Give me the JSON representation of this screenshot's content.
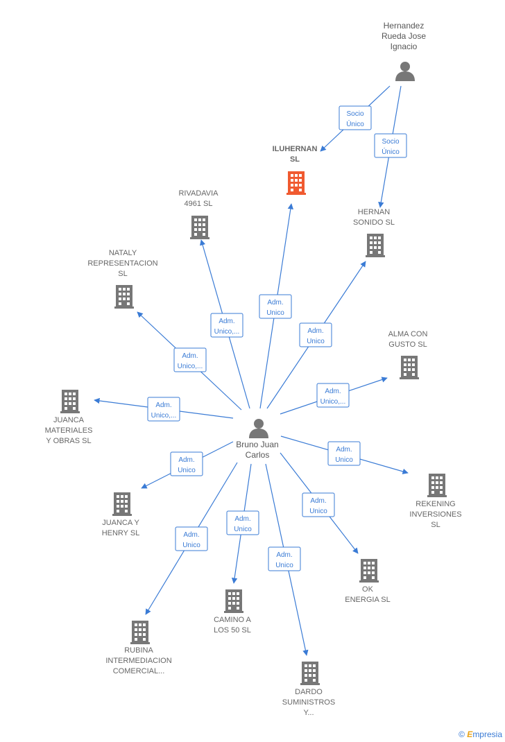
{
  "colors": {
    "edge": "#3a7bd5",
    "building": "#777777",
    "highlight": "#f05a30",
    "person": "#777777"
  },
  "people": [
    {
      "id": "bruno",
      "label": [
        "Bruno Juan",
        "Carlos"
      ],
      "icon": "person-icon"
    },
    {
      "id": "hernandez",
      "label": [
        "Hernandez",
        "Rueda Jose",
        "Ignacio"
      ],
      "icon": "person-icon"
    }
  ],
  "companies": [
    {
      "id": "iluhernan",
      "label": [
        "ILUHERNAN",
        "SL"
      ],
      "highlight": true,
      "icon": "building-icon"
    },
    {
      "id": "rivadavia",
      "label": [
        "RIVADAVIA",
        "4961  SL"
      ],
      "icon": "building-icon"
    },
    {
      "id": "hernan",
      "label": [
        "HERNAN",
        "SONIDO  SL"
      ],
      "icon": "building-icon"
    },
    {
      "id": "nataly",
      "label": [
        "NATALY",
        "REPRESENTACION",
        "SL"
      ],
      "icon": "building-icon"
    },
    {
      "id": "alma",
      "label": [
        "ALMA CON",
        "GUSTO  SL"
      ],
      "icon": "building-icon"
    },
    {
      "id": "juanca_mat",
      "label": [
        "JUANCA",
        "MATERIALES",
        "Y OBRAS  SL"
      ],
      "icon": "building-icon"
    },
    {
      "id": "rekening",
      "label": [
        "REKENING",
        "INVERSIONES",
        "SL"
      ],
      "icon": "building-icon"
    },
    {
      "id": "juanca_henry",
      "label": [
        "JUANCA Y",
        "HENRY  SL"
      ],
      "icon": "building-icon"
    },
    {
      "id": "ok",
      "label": [
        "OK",
        "ENERGIA  SL"
      ],
      "icon": "building-icon"
    },
    {
      "id": "camino",
      "label": [
        "CAMINO A",
        "LOS 50  SL"
      ],
      "icon": "building-icon"
    },
    {
      "id": "rubina",
      "label": [
        "RUBINA",
        "INTERMEDIACION",
        "COMERCIAL..."
      ],
      "icon": "building-icon"
    },
    {
      "id": "dardo",
      "label": [
        "DARDO",
        "SUMINISTROS",
        "Y..."
      ],
      "icon": "building-icon"
    }
  ],
  "edges": [
    {
      "from": "hernandez",
      "to": "iluhernan",
      "label": [
        "Socio",
        "Único"
      ]
    },
    {
      "from": "hernandez",
      "to": "hernan",
      "label": [
        "Socio",
        "Único"
      ]
    },
    {
      "from": "bruno",
      "to": "iluhernan",
      "label": [
        "Adm.",
        "Unico"
      ]
    },
    {
      "from": "bruno",
      "to": "rivadavia",
      "label": [
        "Adm.",
        "Unico,..."
      ]
    },
    {
      "from": "bruno",
      "to": "hernan",
      "label": [
        "Adm.",
        "Unico"
      ]
    },
    {
      "from": "bruno",
      "to": "nataly",
      "label": [
        "Adm.",
        "Unico,..."
      ]
    },
    {
      "from": "bruno",
      "to": "alma",
      "label": [
        "Adm.",
        "Unico,..."
      ]
    },
    {
      "from": "bruno",
      "to": "juanca_mat",
      "label": [
        "Adm.",
        "Unico,..."
      ]
    },
    {
      "from": "bruno",
      "to": "rekening",
      "label": [
        "Adm.",
        "Unico"
      ]
    },
    {
      "from": "bruno",
      "to": "juanca_henry",
      "label": [
        "Adm.",
        "Unico"
      ]
    },
    {
      "from": "bruno",
      "to": "ok",
      "label": [
        "Adm.",
        "Unico"
      ]
    },
    {
      "from": "bruno",
      "to": "camino",
      "label": [
        "Adm.",
        "Unico"
      ]
    },
    {
      "from": "bruno",
      "to": "rubina",
      "label": [
        "Adm.",
        "Unico"
      ]
    },
    {
      "from": "bruno",
      "to": "dardo",
      "label": [
        "Adm.",
        "Unico"
      ]
    }
  ],
  "footer": {
    "copyright": "©",
    "brand_initial": "E",
    "brand_rest": "mpresia"
  }
}
